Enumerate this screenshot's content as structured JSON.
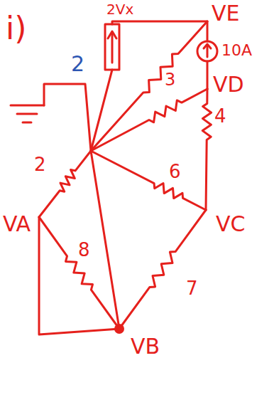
{
  "diagram": {
    "labels": [
      "i)",
      "2",
      "2Vx",
      "VE",
      "10A",
      "3",
      "VD",
      "4",
      "2",
      "6",
      "VA",
      "VC",
      "8",
      "7",
      "VB"
    ]
  }
}
